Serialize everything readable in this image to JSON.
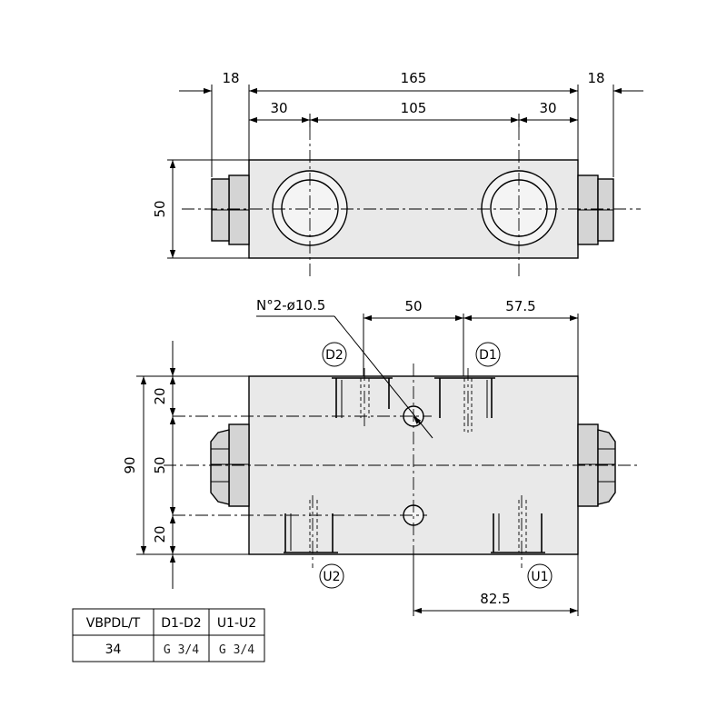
{
  "top_view": {
    "dims": {
      "left_nut": "18",
      "overall": "165",
      "right_nut": "18",
      "left_port_offset": "30",
      "port_spacing": "105",
      "right_port_offset": "30",
      "height": "50"
    }
  },
  "front_view": {
    "hole_note": "N°2-ø10.5",
    "dims": {
      "hole_spacing": "50",
      "right_offset": "57.5",
      "overall_height": "90",
      "top_offset": "20",
      "center": "50",
      "bottom_offset": "20",
      "bottom_right": "82.5"
    },
    "port_labels": {
      "d2": "D2",
      "d1": "D1",
      "u2": "U2",
      "u1": "U1"
    }
  },
  "table": {
    "headers": [
      "VBPDL/T",
      "D1-D2",
      "U1-U2"
    ],
    "rows": [
      [
        "34",
        "G 3/4",
        "G 3/4"
      ]
    ]
  }
}
